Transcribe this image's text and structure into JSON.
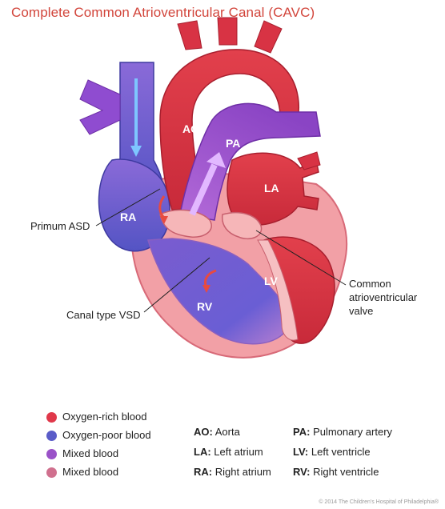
{
  "title": "Complete Common Atrioventricular Canal (CAVC)",
  "heart_labels": {
    "ao": "AO",
    "pa": "PA",
    "la": "LA",
    "ra": "RA",
    "rv": "RV",
    "lv": "LV"
  },
  "callouts": {
    "primum_asd": "Primum ASD",
    "canal_vsd": "Canal type VSD",
    "valve_line1": "Common",
    "valve_line2": "atrioventricular",
    "valve_line3": "valve"
  },
  "legend": {
    "items": [
      {
        "label": "Oxygen-rich blood",
        "color": "#e0384a"
      },
      {
        "label": "Oxygen-poor blood",
        "color": "#5a5cc8"
      },
      {
        "label": "Mixed blood",
        "color": "#9a52c8"
      },
      {
        "label": "Mixed blood",
        "color": "#d0708e"
      }
    ],
    "abbreviations": [
      {
        "abbr": "AO:",
        "text": "Aorta"
      },
      {
        "abbr": "LA:",
        "text": "Left atrium"
      },
      {
        "abbr": "RA:",
        "text": "Right atrium"
      },
      {
        "abbr": "PA:",
        "text": "Pulmonary artery"
      },
      {
        "abbr": "LV:",
        "text": "Left ventricle"
      },
      {
        "abbr": "RV:",
        "text": "Right ventricle"
      }
    ]
  },
  "copyright": "© 2014 The Children's Hospital of Philadelphia®",
  "colors": {
    "title": "#d2453b",
    "oxygen_rich": "#e0384a",
    "oxygen_poor": "#5a5cc8",
    "mixed_purple": "#9a52c8",
    "mixed_pink": "#d0708e",
    "myocardium": "#f3a5a8"
  }
}
